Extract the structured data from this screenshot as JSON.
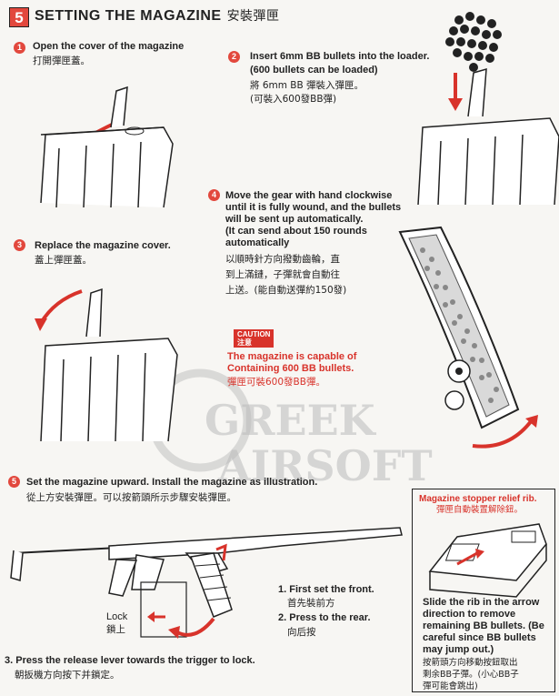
{
  "header": {
    "number": "5",
    "title": "SETTING THE MAGAZINE",
    "title_cn": "安裝彈匣"
  },
  "steps": {
    "s1": {
      "num": "1",
      "text": "Open the cover of the magazine",
      "cn": "打開彈匣蓋。"
    },
    "s2": {
      "num": "2",
      "line1": "Insert 6mm BB bullets into the loader.",
      "line2": "(600 bullets can be loaded)",
      "cn1": "將 6mm BB 彈裝入彈匣。",
      "cn2": "(可裝入600發BB彈)"
    },
    "s3": {
      "num": "3",
      "text": "Replace the magazine cover.",
      "cn": "蓋上彈匣蓋。"
    },
    "s4": {
      "num": "4",
      "line1": "Move the gear with hand clockwise",
      "line2": "until it is fully wound, and the bullets",
      "line3": "will be sent up automatically.",
      "line4": "(It can send about 150 rounds",
      "line5": "automatically",
      "cn1": "以順時針方向撥動齒輪，直",
      "cn2": "到上滿鏈，子彈就會自動往",
      "cn3": "上送。(能自動送彈約150發)"
    },
    "caution": {
      "badge": "CAUTION",
      "badge_cn": "注意",
      "line1": "The magazine is capable of",
      "line2": "Containing 600 BB bullets.",
      "cn": "彈匣可裝600發BB彈。"
    },
    "s5": {
      "num": "5",
      "text": "Set the magazine upward. Install the magazine as illustration.",
      "cn": "從上方安裝彈匣。可以按箭頭所示步驟安裝彈匣。"
    },
    "install": {
      "first": "1. First set the front.",
      "first_cn": "首先裝前方",
      "press": "2. Press to the rear.",
      "press_cn": "向后按",
      "lock": "Lock",
      "lock_cn": "鎖上"
    },
    "release": {
      "text": "3. Press the release lever towards the trigger to lock.",
      "cn": "朝扳機方向按下并鎖定。"
    },
    "stopper": {
      "title": "Magazine stopper relief rib.",
      "title_cn": "彈匣自動裝置解除鈕。",
      "l1": "Slide the rib in the arrow",
      "l2": "direction to remove",
      "l3": "remaining BB bullets. (Be",
      "l4": "careful since BB bullets",
      "l5": "may jump out.)",
      "cn1": "按箭頭方向移動按鈕取出",
      "cn2": "剩余BB子彈。(小心BB子",
      "cn3": "彈可能會跳出)"
    }
  },
  "watermark": {
    "line1": "GREEK",
    "line2": "AIRSOFT"
  },
  "colors": {
    "accent": "#d8332b",
    "ink": "#222222"
  }
}
